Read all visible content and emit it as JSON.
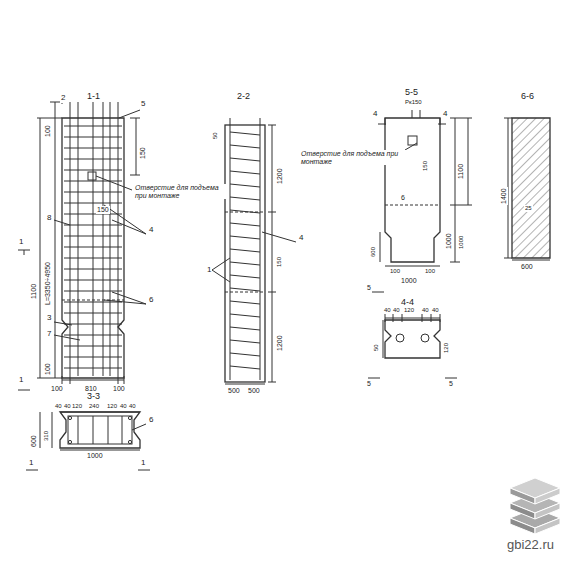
{
  "diagram": {
    "labels": [
      "1-1",
      "2",
      "5",
      "100",
      "150",
      "Отверстие для подъема при монтаже",
      "150",
      "8",
      "4",
      "1",
      "L=3350÷4950",
      "1100",
      "6",
      "3",
      "7",
      "100",
      "1",
      "100",
      "810",
      "100",
      "3-3",
      "40",
      "40",
      "120",
      "240",
      "120",
      "40",
      "40",
      "600",
      "310",
      "1000",
      "6",
      "1",
      "1",
      "2-2",
      "50",
      "1200",
      "150",
      "4",
      "1",
      "1200",
      "500",
      "500",
      "5-5",
      "Рк150",
      "4",
      "4",
      "150",
      "1100",
      "Отверстие для подъема при монтаже",
      "6",
      "1000",
      "1000",
      "600",
      "100",
      "100",
      "1000",
      "5",
      "4-4",
      "40",
      "40",
      "120",
      "40",
      "40",
      "50",
      "120",
      "5",
      "5",
      "6-6",
      "1400",
      "25",
      "600",
      "gbi22.ru"
    ]
  }
}
